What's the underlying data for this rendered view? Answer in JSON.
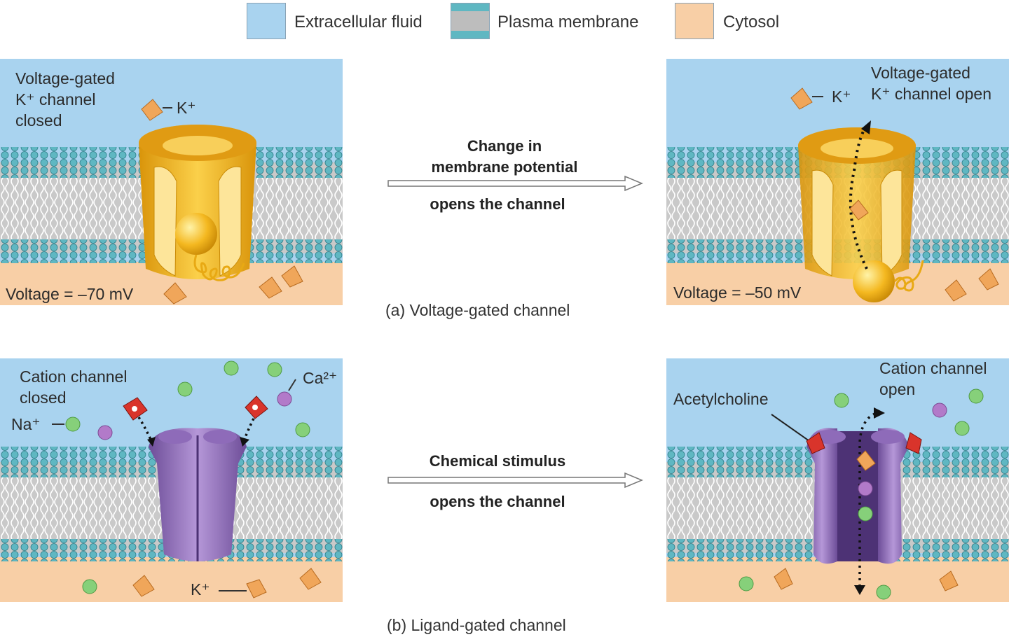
{
  "legend": {
    "extracellular": {
      "label": "Extracellular fluid",
      "color": "#a9d3ef"
    },
    "membrane": {
      "label": "Plasma membrane",
      "color": "#bdbdbd",
      "edge_color": "#5fb7c2"
    },
    "cytosol": {
      "label": "Cytosol",
      "color": "#f8cfa6"
    }
  },
  "panel_a": {
    "closed": {
      "channel_label_line1": "Voltage-gated",
      "channel_label_line2": "K⁺ channel",
      "channel_label_line3": "closed",
      "ion_label": "K⁺",
      "voltage": "Voltage = –70 mV"
    },
    "arrow": {
      "line1": "Change in",
      "line2": "membrane potential",
      "line3": "opens the channel"
    },
    "open": {
      "channel_label_line1": "Voltage-gated",
      "channel_label_line2": "K⁺ channel open",
      "ion_label": "K⁺",
      "voltage": "Voltage = –50 mV"
    },
    "caption": "(a) Voltage-gated channel"
  },
  "panel_b": {
    "closed": {
      "channel_label_line1": "Cation channel",
      "channel_label_line2": "closed",
      "na_label": "Na⁺",
      "ca_label": "Ca²⁺",
      "k_label": "K⁺"
    },
    "arrow": {
      "line1": "Chemical stimulus",
      "line2": "opens the channel"
    },
    "open": {
      "ach_label": "Acetylcholine",
      "channel_label_line1": "Cation channel",
      "channel_label_line2": "open"
    },
    "caption": "(b) Ligand-gated channel"
  },
  "colors": {
    "k_channel": "#f2b318",
    "cation_channel": "#9b77c1",
    "k_ion": "#f0a65a",
    "na_ion": "#86d07a",
    "ca_ion": "#b27ac9",
    "acetylcholine": "#d9342b"
  }
}
